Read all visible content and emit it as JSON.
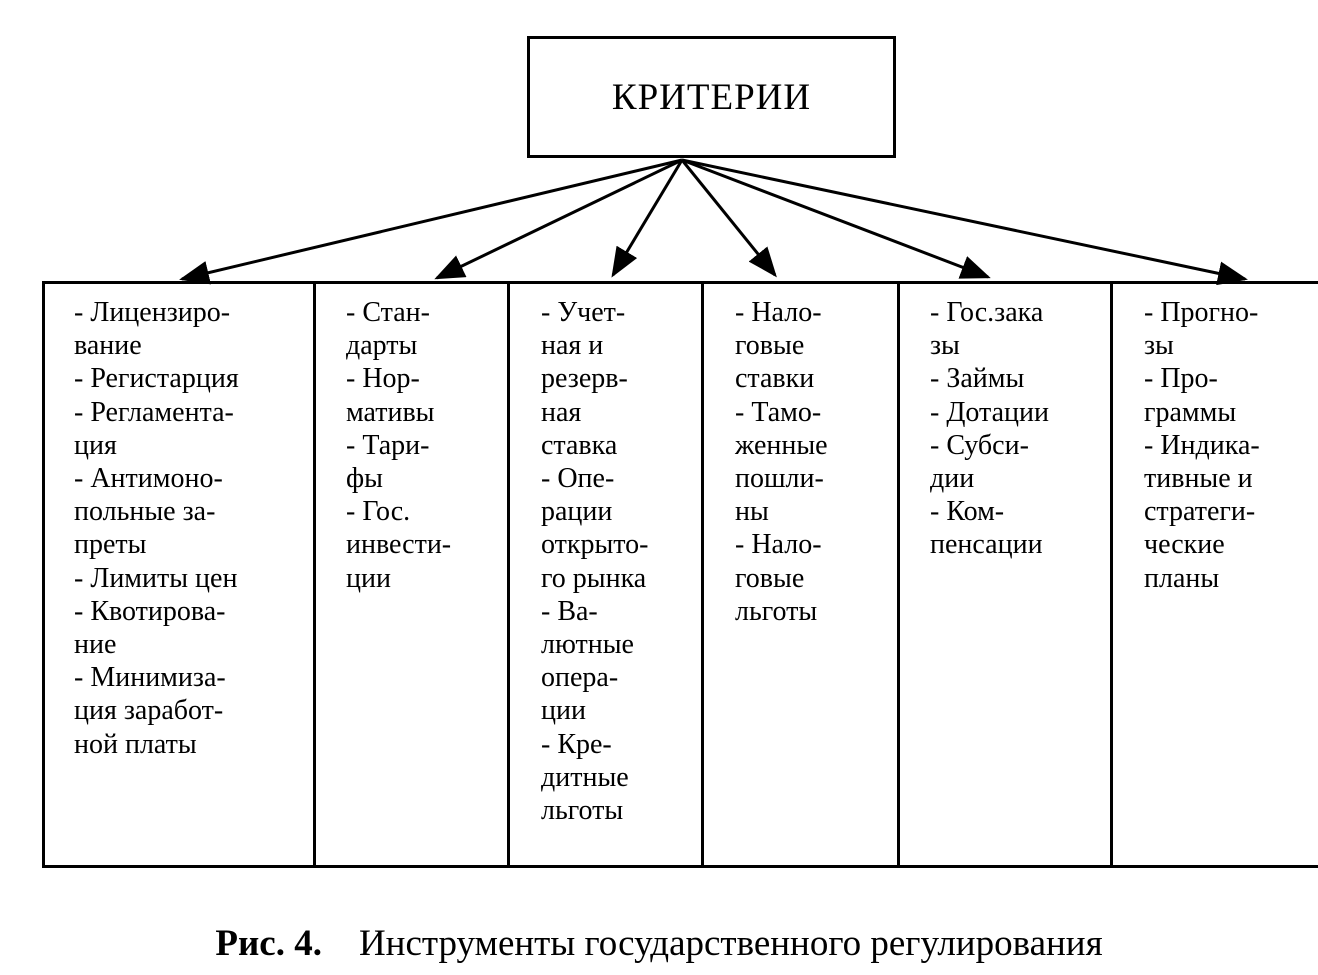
{
  "title": "КРИТЕРИИ",
  "columns": [
    {
      "lines": [
        "- Лицензиро-",
        "вание",
        "- Регистарция",
        "- Регламента-",
        "ция",
        "- Антимоно-",
        "польные за-",
        "преты",
        "- Лимиты цен",
        "- Квотирова-",
        "ние",
        "- Минимиза-",
        "ция заработ-",
        "ной платы"
      ]
    },
    {
      "lines": [
        "- Стан-",
        "дарты",
        "- Нор-",
        "мативы",
        "- Тари-",
        "фы",
        "- Гос.",
        "инвести-",
        "ции"
      ]
    },
    {
      "lines": [
        "- Учет-",
        "ная и",
        "резерв-",
        "ная",
        "ставка",
        "- Опе-",
        "рации",
        "открыто-",
        "го рынка",
        "- Ва-",
        "лютные",
        "опера-",
        "ции",
        "- Кре-",
        "дитные",
        "льготы"
      ]
    },
    {
      "lines": [
        "- Нало-",
        "говые",
        "ставки",
        "- Тамо-",
        "женные",
        "пошли-",
        "ны",
        "- Нало-",
        "говые",
        "льготы"
      ]
    },
    {
      "lines": [
        "- Гос.зака",
        "зы",
        "- Займы",
        "- Дотации",
        "- Субси-",
        "дии",
        "- Ком-",
        "пенсации"
      ]
    },
    {
      "lines": [
        "- Прогно-",
        "зы",
        "- Про-",
        "граммы",
        "- Индика-",
        "тивные и",
        "стратеги-",
        "ческие",
        "планы"
      ]
    }
  ],
  "caption": {
    "number": "Рис. 4.",
    "text": "Инструменты государственного регулирования"
  }
}
